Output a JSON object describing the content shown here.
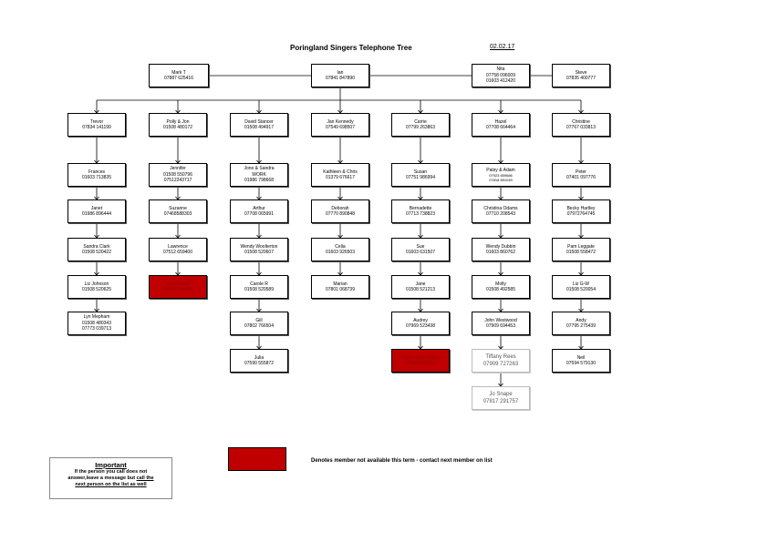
{
  "title": "Poringland Singers Telephone Tree",
  "date": "02.02.17",
  "colors": {
    "unavailable": "#c00000"
  },
  "top": {
    "mark": {
      "name": "Mark T",
      "phones": [
        "07887 625416"
      ]
    },
    "ian": {
      "name": "Ian",
      "phones": [
        "07841 847890"
      ]
    },
    "nita": {
      "name": "Nita",
      "phones": [
        "07758 096009",
        "01603 412420"
      ]
    },
    "steve": {
      "name": "Steve",
      "phones": [
        "07835 400777"
      ]
    }
  },
  "columns": [
    {
      "members": [
        {
          "name": "Trevor",
          "phones": [
            "07834 141199"
          ]
        },
        {
          "name": "Frances",
          "phones": [
            "01603 713835"
          ]
        },
        {
          "name": "Janet",
          "phones": [
            "01986 896444"
          ]
        },
        {
          "name": "Sandra Clark",
          "phones": [
            "01508 520422"
          ]
        },
        {
          "name": "Liz Johnson",
          "phones": [
            "01508 520625"
          ]
        },
        {
          "name": "Lyn Mepham",
          "phones": [
            "01508 480343",
            "07773 039713"
          ]
        }
      ]
    },
    {
      "members": [
        {
          "name": "Polly & Jon",
          "phones": [
            "01508 480172"
          ]
        },
        {
          "name": "Jennifer",
          "phones": [
            "01508 550796",
            "07512243717"
          ]
        },
        {
          "name": "Suzanne",
          "phones": [
            "07468588303"
          ]
        },
        {
          "name": "Lawrence",
          "phones": [
            "07512 659400"
          ]
        },
        {
          "name": "Jen Corbett",
          "phones": [
            "07901 215865"
          ],
          "status": "unavailable"
        }
      ]
    },
    {
      "members": [
        {
          "name": "David Stancer",
          "phones": [
            "01508 494917"
          ]
        },
        {
          "name": "Jono & Sandra",
          "phones": [
            "WORK",
            "01986 798668"
          ]
        },
        {
          "name": "Arthur",
          "phones": [
            "07708 065991"
          ]
        },
        {
          "name": "Wendy Woolterton",
          "phones": [
            "01508 520607"
          ]
        },
        {
          "name": "Carole R",
          "phones": [
            "01508 520589"
          ]
        },
        {
          "name": "Gill",
          "phones": [
            "07802 766504"
          ]
        },
        {
          "name": "Julia",
          "phones": [
            "07590 555872"
          ]
        }
      ]
    },
    {
      "members": [
        {
          "name": "Jan Kennedy",
          "phones": [
            "07549 698507"
          ]
        },
        {
          "name": "Kathleen & Chris",
          "phones": [
            "01379 676617"
          ]
        },
        {
          "name": "Deborah",
          "phones": [
            "07770 890848"
          ]
        },
        {
          "name": "Celia",
          "phones": [
            "01603 926503"
          ]
        },
        {
          "name": "Marian",
          "phones": [
            "07801 068739"
          ]
        }
      ]
    },
    {
      "members": [
        {
          "name": "Carrie",
          "phones": [
            "07799 263863"
          ]
        },
        {
          "name": "Susan",
          "phones": [
            "07751 986994"
          ]
        },
        {
          "name": "Bernadette",
          "phones": [
            "07713 738823"
          ]
        },
        {
          "name": "Sue",
          "phones": [
            "01603 631507"
          ]
        },
        {
          "name": "Jane",
          "phones": [
            "01508 521213"
          ]
        },
        {
          "name": "Audrey",
          "phones": [
            "07969 523438"
          ]
        },
        {
          "name": "Claire Lloyd Gribble",
          "phones": [
            "07944 862361"
          ],
          "status": "unavailable"
        }
      ]
    },
    {
      "members": [
        {
          "name": "Hazel",
          "phones": [
            "07708 664464"
          ]
        },
        {
          "name": "Patsy & Adam",
          "phones": [
            "07923 659686",
            "07818 891049"
          ],
          "small": true
        },
        {
          "name": "Christina Odams",
          "phones": [
            "07710 208543"
          ]
        },
        {
          "name": "Wendy Dubbin",
          "phones": [
            "01603 860762"
          ]
        },
        {
          "name": "Molly",
          "phones": [
            "01508 492585"
          ]
        },
        {
          "name": "John Westwood",
          "phones": [
            "07909 694453"
          ]
        },
        {
          "name": "Tiffany Rees",
          "phones": [
            "07909 727263"
          ],
          "style": "ghost"
        },
        {
          "name": "Jo Snape",
          "phones": [
            "07817 291757"
          ],
          "style": "ghost"
        }
      ]
    },
    {
      "members": [
        {
          "name": "Christine",
          "phones": [
            "07767 033813"
          ]
        },
        {
          "name": "Peter",
          "phones": [
            "07401 097776"
          ]
        },
        {
          "name": "Becky Hartley",
          "phones": [
            "07972764745"
          ]
        },
        {
          "name": "Pam Leggate",
          "phones": [
            "01508 558472"
          ]
        },
        {
          "name": "Liz G-W",
          "phones": [
            "01508 520054"
          ]
        },
        {
          "name": "Andy",
          "phones": [
            "07795 275439"
          ]
        },
        {
          "name": "Neil",
          "phones": [
            "07594 579130"
          ]
        }
      ]
    }
  ],
  "legend": {
    "text": "Denotes member not available this term - contact next member on list"
  },
  "important": {
    "heading": "Important",
    "line1": "If the person you call does not",
    "line2a": "answer,leave a message but ",
    "line2b": "call the",
    "line3": "next person on the list as well"
  }
}
